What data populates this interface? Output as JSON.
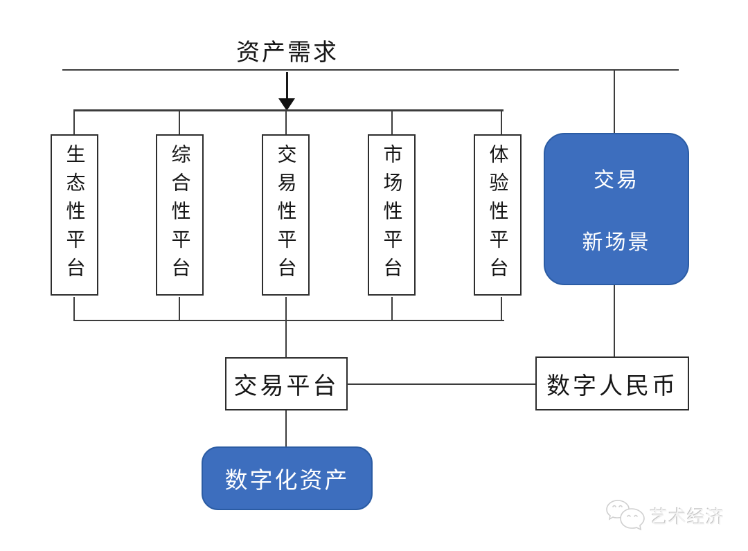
{
  "diagram": {
    "title": "资产需求",
    "platforms": [
      "生态性平台",
      "综合性平台",
      "交易性平台",
      "市场性平台",
      "体验性平台"
    ],
    "nodes": {
      "trading_platform": "交易平台",
      "digital_rmb": "数字人民币",
      "new_scene_line1": "交易",
      "new_scene_line2": "新场景",
      "digital_assets": "数字化资产"
    },
    "colors": {
      "accent_blue": "#3d6ebe",
      "accent_blue_border": "#2b5ca4",
      "line": "#3c3c3c",
      "text": "#161616",
      "background": "#ffffff"
    }
  },
  "watermark": {
    "text": "艺术经济",
    "icon": "wechat-chat-bubbles-icon"
  }
}
